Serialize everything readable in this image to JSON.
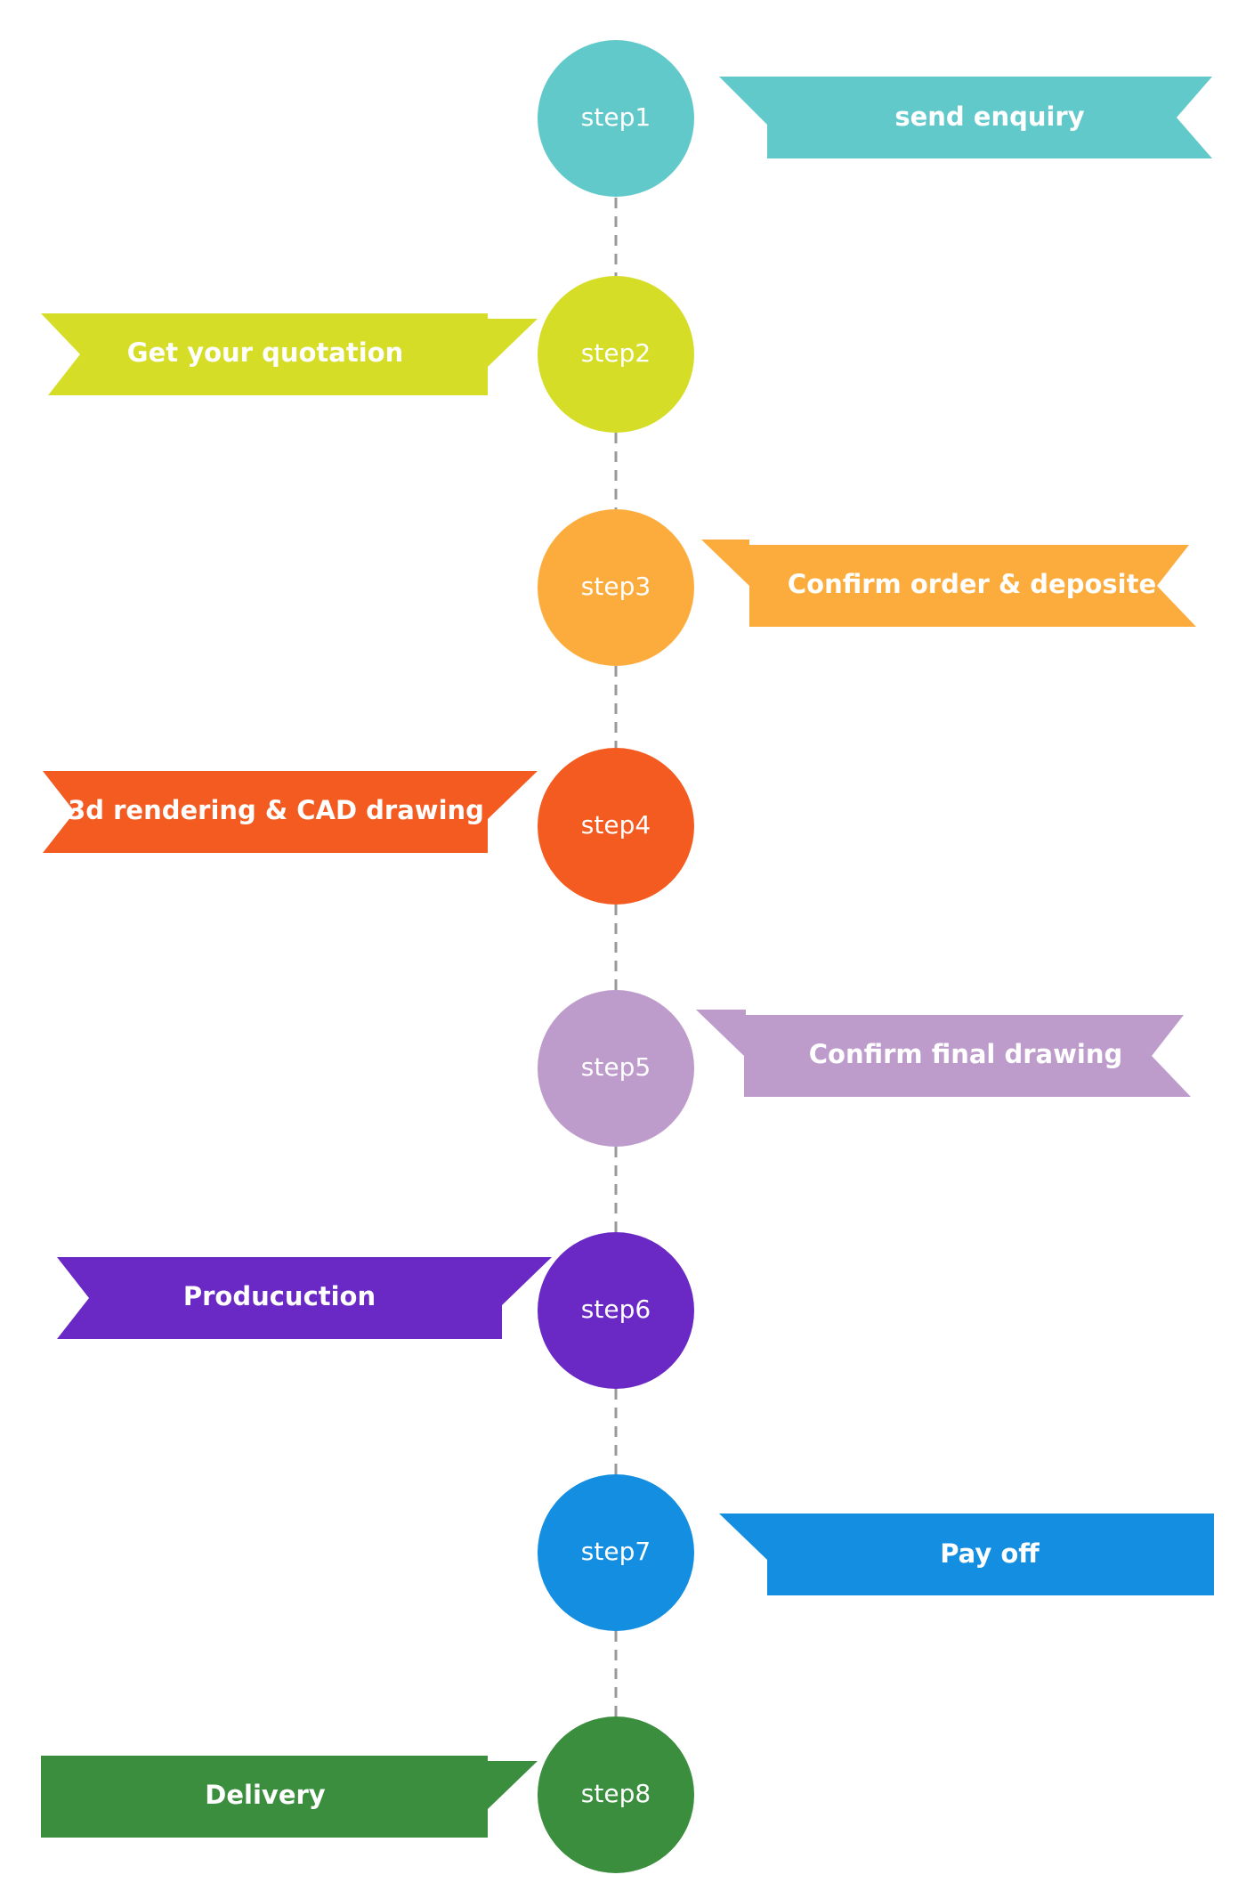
{
  "steps": [
    {
      "step_label": "step1",
      "banner_text": "send enquiry",
      "color": "#62C9CB"
    },
    {
      "step_label": "step2",
      "banner_text": "Get your quotation",
      "color": "#D5DD27"
    },
    {
      "step_label": "step3",
      "banner_text": "Confirm order & deposite",
      "color": "#FCAC3C"
    },
    {
      "step_label": "step4",
      "banner_text": "3d rendering & CAD drawing",
      "color": "#F45B21"
    },
    {
      "step_label": "step5",
      "banner_text": "Confirm final drawing",
      "color": "#BD9BCB"
    },
    {
      "step_label": "step6",
      "banner_text": "Producuction",
      "color": "#6A28C4"
    },
    {
      "step_label": "step7",
      "banner_text": "Pay off",
      "color": "#138EE0"
    },
    {
      "step_label": "step8",
      "banner_text": "Delivery",
      "color": "#3A8E3E"
    }
  ]
}
